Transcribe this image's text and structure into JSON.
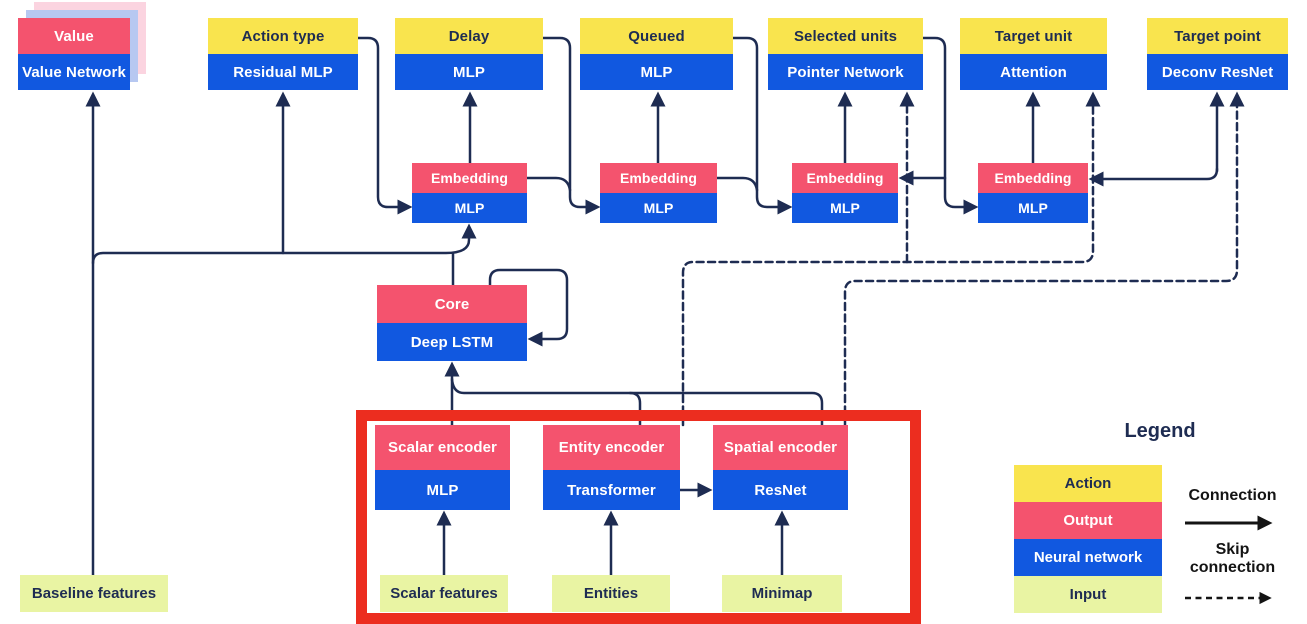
{
  "diagram": {
    "heads": [
      {
        "top": "Value",
        "bottom": "Value Network"
      },
      {
        "top": "Action type",
        "bottom": "Residual MLP"
      },
      {
        "top": "Delay",
        "bottom": "MLP"
      },
      {
        "top": "Queued",
        "bottom": "MLP"
      },
      {
        "top": "Selected units",
        "bottom": "Pointer Network"
      },
      {
        "top": "Target unit",
        "bottom": "Attention"
      },
      {
        "top": "Target point",
        "bottom": "Deconv ResNet"
      }
    ],
    "embeddings": [
      {
        "top": "Embedding",
        "bottom": "MLP"
      },
      {
        "top": "Embedding",
        "bottom": "MLP"
      },
      {
        "top": "Embedding",
        "bottom": "MLP"
      },
      {
        "top": "Embedding",
        "bottom": "MLP"
      }
    ],
    "core": {
      "top": "Core",
      "bottom": "Deep LSTM"
    },
    "encoders": [
      {
        "top": "Scalar encoder",
        "bottom": "MLP"
      },
      {
        "top": "Entity encoder",
        "bottom": "Transformer"
      },
      {
        "top": "Spatial encoder",
        "bottom": "ResNet"
      }
    ],
    "inputs": [
      "Baseline features",
      "Scalar features",
      "Entities",
      "Minimap"
    ],
    "legend": {
      "title": "Legend",
      "items": [
        {
          "label": "Action",
          "color": "#f9e44e"
        },
        {
          "label": "Output",
          "color": "#f4536e"
        },
        {
          "label": "Neural network",
          "color": "#1158e0"
        },
        {
          "label": "Input",
          "color": "#e9f4a3"
        }
      ],
      "connection_label": "Connection",
      "skip_connection_label": "Skip connection"
    },
    "colors": {
      "action_yellow": "#f9e44e",
      "output_pink": "#f4536e",
      "network_blue": "#1158e0",
      "input_green": "#e9f4a3",
      "line_navy": "#1e2c52",
      "highlight_red": "#ec2d1f",
      "value_stack_pink": "#fbd4e0",
      "value_stack_blue": "#b7c8f1"
    }
  }
}
